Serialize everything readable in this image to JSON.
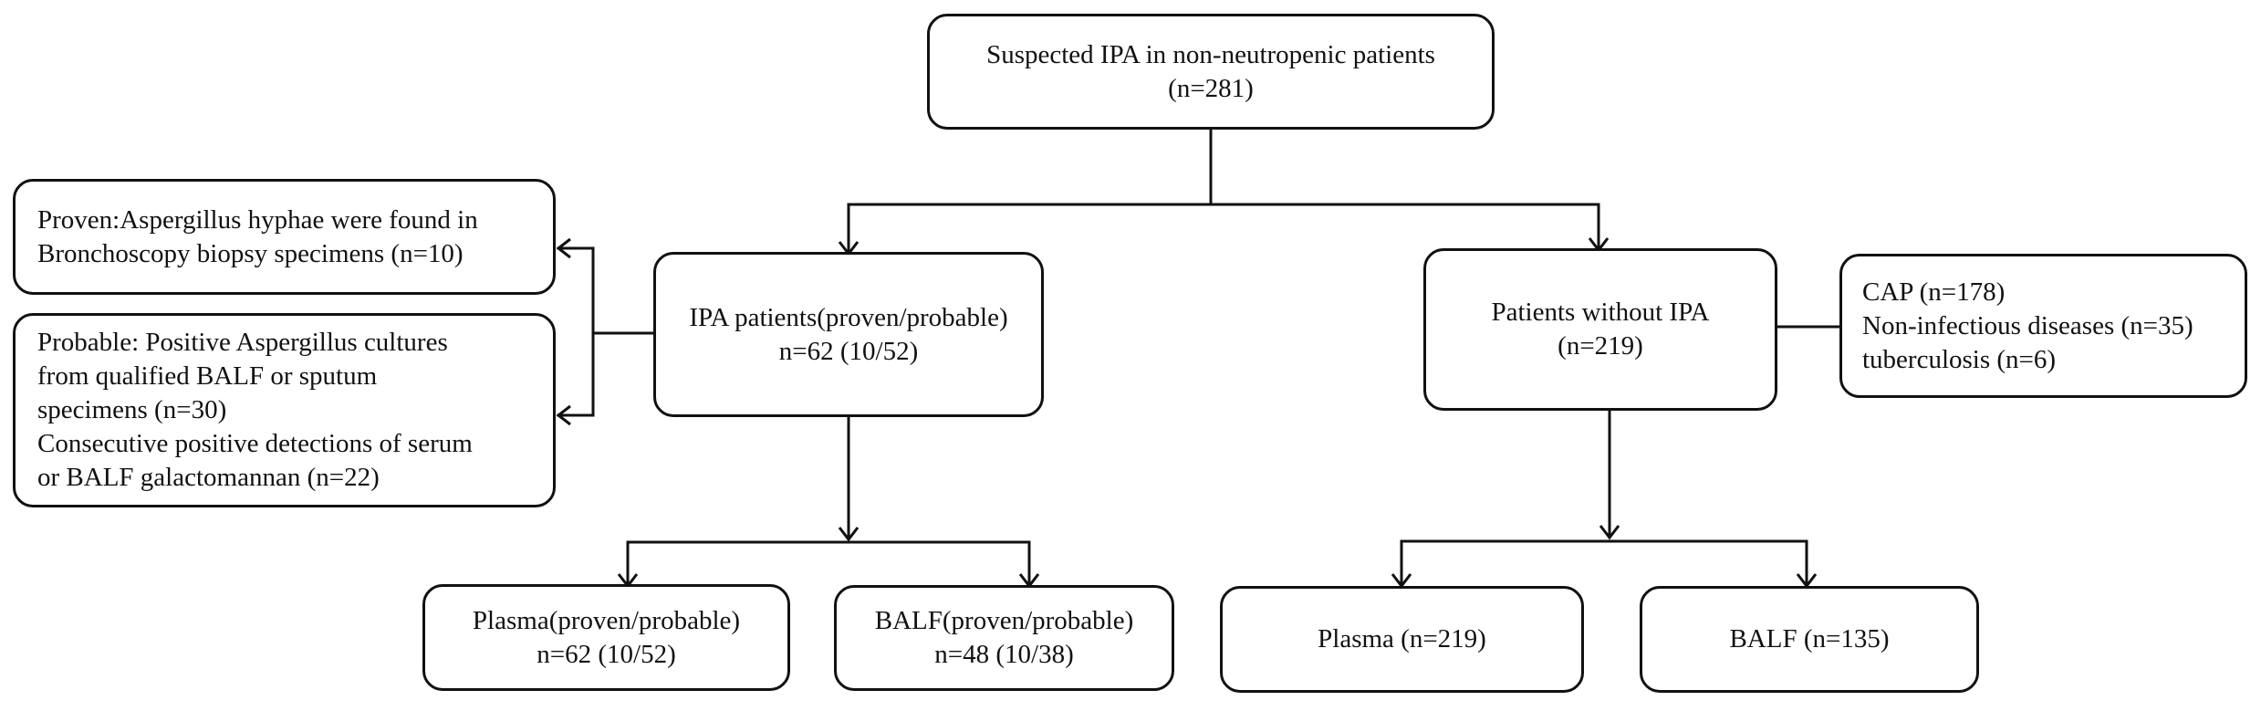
{
  "boxes": {
    "suspected": {
      "lines": [
        "Suspected IPA in non-neutropenic patients",
        "(n=281)"
      ]
    },
    "proven": {
      "lines": [
        "Proven:Aspergillus hyphae were found in",
        "Bronchoscopy biopsy specimens (n=10)"
      ]
    },
    "probable": {
      "lines": [
        "Probable: Positive Aspergillus cultures",
        "from qualified BALF or sputum",
        "specimens (n=30)",
        "Consecutive positive detections of serum",
        "or BALF galactomannan (n=22)"
      ]
    },
    "ipa": {
      "lines": [
        "IPA patients(proven/probable)",
        "n=62 (10/52)"
      ]
    },
    "without": {
      "lines": [
        "Patients without IPA",
        "(n=219)"
      ]
    },
    "causes": {
      "lines": [
        "CAP (n=178)",
        "Non-infectious diseases (n=35)",
        "tuberculosis (n=6)"
      ]
    },
    "plasma_ipa": {
      "lines": [
        "Plasma(proven/probable)",
        "n=62 (10/52)"
      ]
    },
    "balf_ipa": {
      "lines": [
        "BALF(proven/probable)",
        "n=48 (10/38)"
      ]
    },
    "plasma_without": {
      "lines": [
        "Plasma (n=219)"
      ]
    },
    "balf_without": {
      "lines": [
        "BALF (n=135)"
      ]
    }
  }
}
